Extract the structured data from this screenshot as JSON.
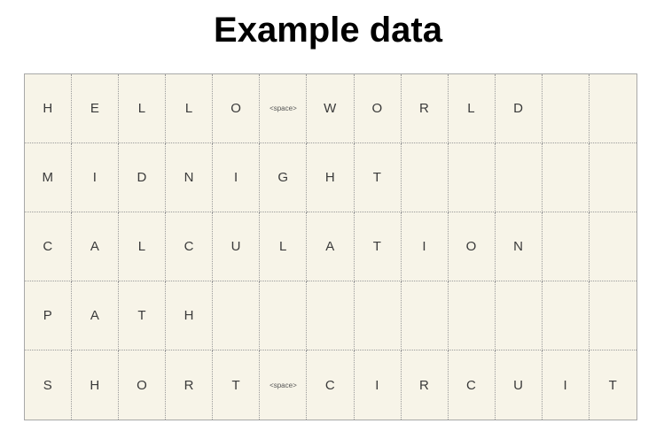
{
  "title": "Example data",
  "grid": {
    "columns": 13,
    "rows": [
      [
        "H",
        "E",
        "L",
        "L",
        "O",
        "<space>",
        "W",
        "O",
        "R",
        "L",
        "D",
        "",
        ""
      ],
      [
        "M",
        "I",
        "D",
        "N",
        "I",
        "G",
        "H",
        "T",
        "",
        "",
        "",
        "",
        ""
      ],
      [
        "C",
        "A",
        "L",
        "C",
        "U",
        "L",
        "A",
        "T",
        "I",
        "O",
        "N",
        "",
        ""
      ],
      [
        "P",
        "A",
        "T",
        "H",
        "",
        "",
        "",
        "",
        "",
        "",
        "",
        "",
        ""
      ],
      [
        "S",
        "H",
        "O",
        "R",
        "T",
        "<space>",
        "C",
        "I",
        "R",
        "C",
        "U",
        "I",
        "T"
      ]
    ]
  },
  "colors": {
    "grid_background": "#f7f4e8",
    "grid_line": "#9a9a9a",
    "text": "#3a3a3a"
  }
}
